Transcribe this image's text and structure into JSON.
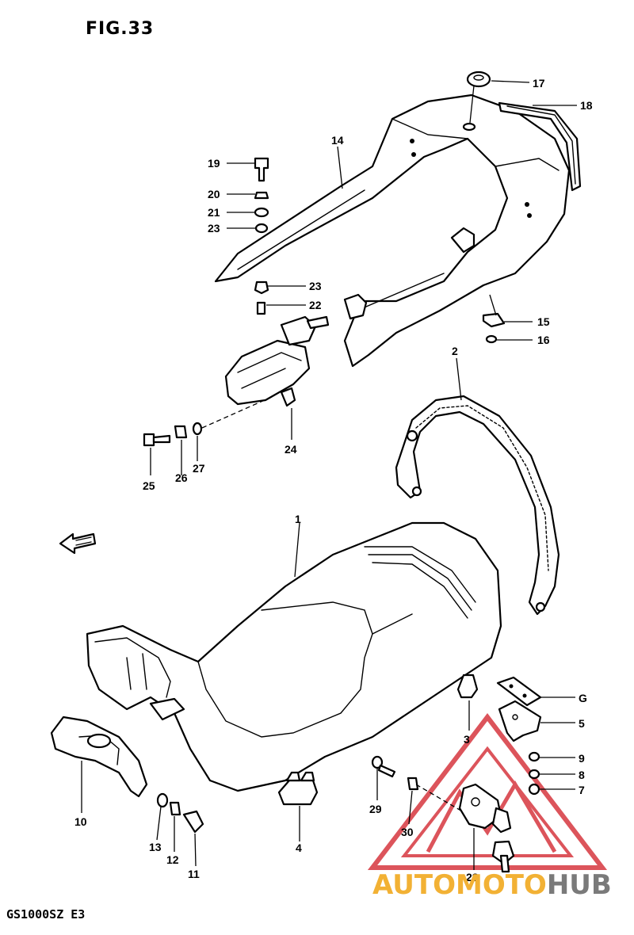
{
  "header": {
    "figure_label": "FIG.33"
  },
  "footer": {
    "model_code": "GS1000SZ E3"
  },
  "watermark": {
    "text_a": "AUTO",
    "text_b": "MOTO",
    "text_c": "HUB",
    "color_primary": "#f2b134",
    "color_red": "#d9424a",
    "color_dark": "#7a7a7a"
  },
  "callouts": {
    "p1": "1",
    "p2": "2",
    "p3": "3",
    "p4": "4",
    "p5": "5",
    "p6": "G",
    "p7": "7",
    "p8": "8",
    "p9": "9",
    "p10": "10",
    "p11": "11",
    "p12": "12",
    "p13": "13",
    "p14": "14",
    "p15": "15",
    "p16": "16",
    "p17": "17",
    "p18": "18",
    "p19": "19",
    "p20": "20",
    "p21": "21",
    "p22": "22",
    "p23a": "23",
    "p23b": "23",
    "p24": "24",
    "p25": "25",
    "p26": "26",
    "p27": "27",
    "p28": "28",
    "p29": "29",
    "p30": "30"
  }
}
